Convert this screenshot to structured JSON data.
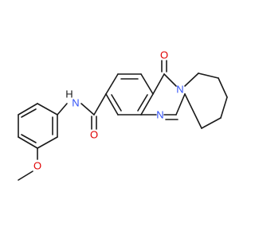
{
  "structure": {
    "colors": {
      "bond": "#1a1a1a",
      "carbon_text": "#1a1a1a",
      "nitrogen": "#3050f8",
      "oxygen": "#e00000"
    },
    "atom_labels": {
      "carbonyl_oxygen_ring": "O",
      "amide_oxygen": "O",
      "ether_oxygen": "O",
      "amide_nitrogen": "N",
      "amide_hydrogen": "H",
      "ring_nitrogen_fused": "N",
      "ring_nitrogen_imine": "N"
    }
  }
}
